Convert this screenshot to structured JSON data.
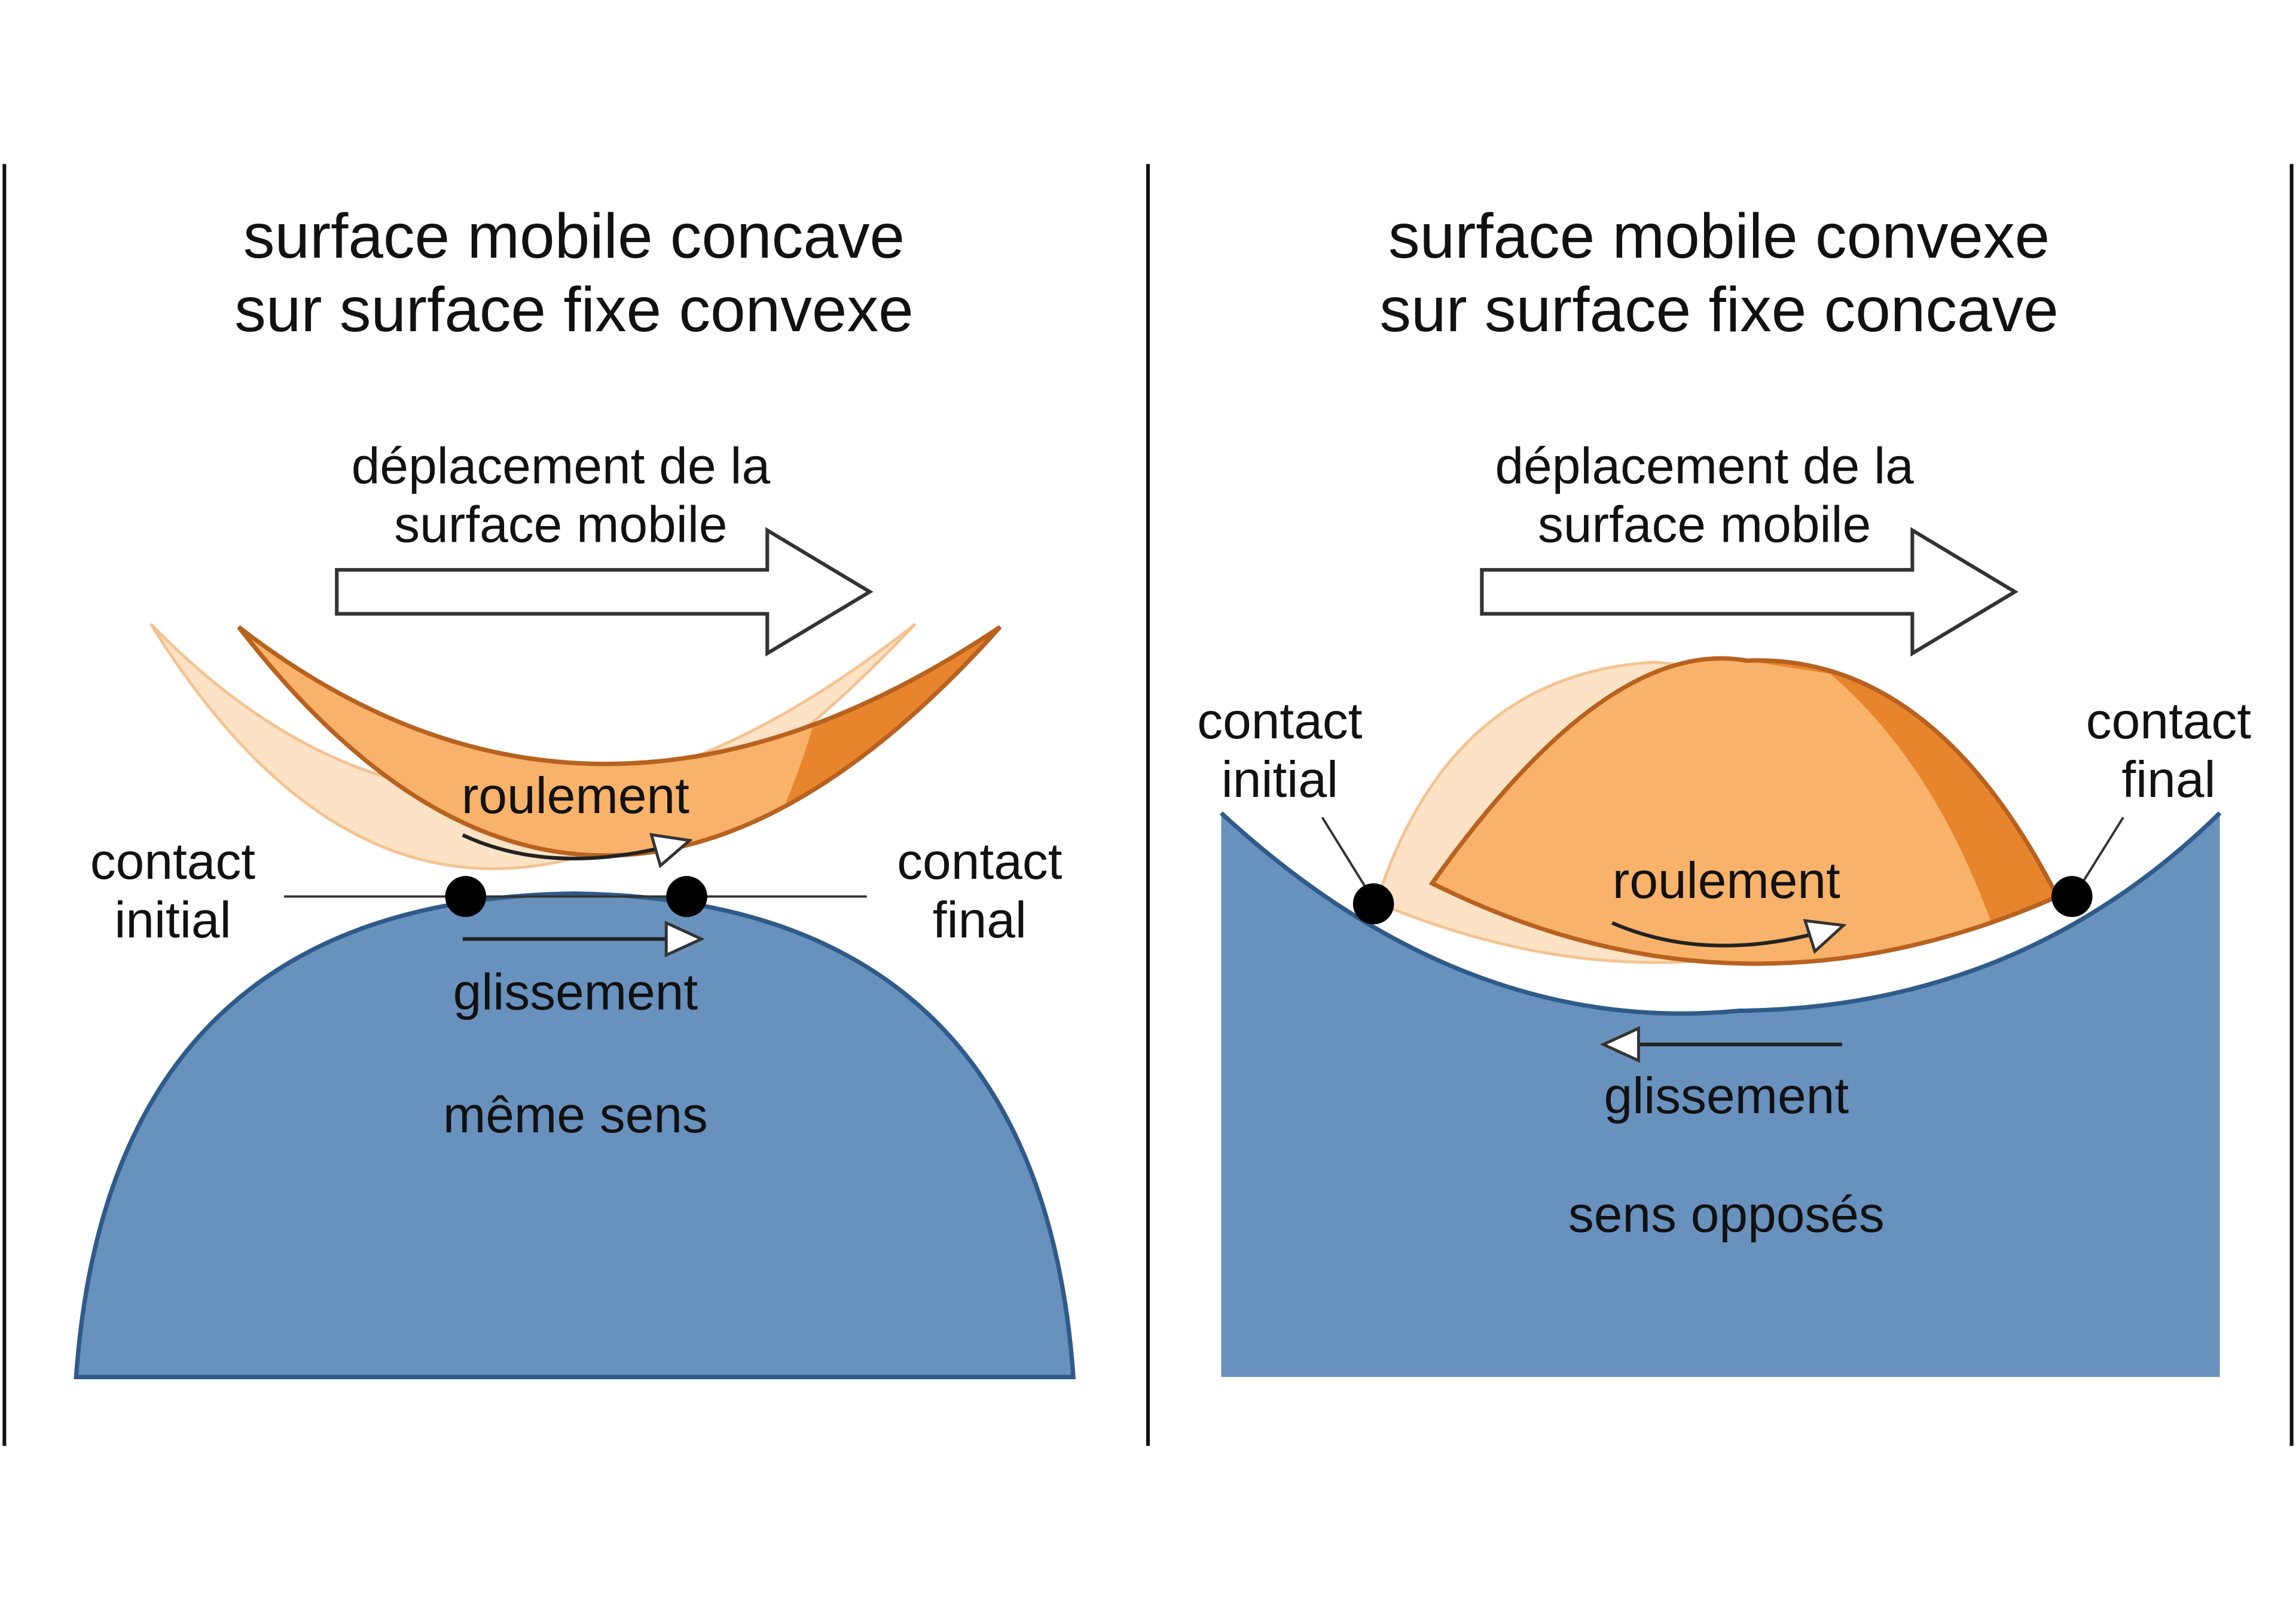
{
  "left_panel": {
    "title_line1": "surface mobile concave",
    "title_line2": "sur surface fixe convexe",
    "movement_line1": "déplacement de la",
    "movement_line2": "surface mobile",
    "contact_initial_line1": "contact",
    "contact_initial_line2": "initial",
    "contact_final_line1": "contact",
    "contact_final_line2": "final",
    "rolling": "roulement",
    "sliding": "glissement",
    "direction_note": "même sens"
  },
  "right_panel": {
    "title_line1": "surface mobile convexe",
    "title_line2": "sur surface fixe concave",
    "movement_line1": "déplacement de la",
    "movement_line2": "surface mobile",
    "contact_initial_line1": "contact",
    "contact_initial_line2": "initial",
    "contact_final_line1": "contact",
    "contact_final_line2": "final",
    "rolling": "roulement",
    "sliding": "glissement",
    "direction_note": "sens opposés"
  },
  "colors": {
    "fixed_surface_fill": "#6891be",
    "fixed_surface_stroke": "#2f5b8a",
    "mobile_surface_fill": "#f8b26a",
    "mobile_surface_dark": "#e8842c",
    "mobile_surface_stroke": "#b8621f",
    "ghost_fill": "#fde1c4",
    "ghost_stroke": "#f4c08c",
    "contact_point": "#000000",
    "divider": "#111111",
    "arrow_outline": "#333333"
  }
}
